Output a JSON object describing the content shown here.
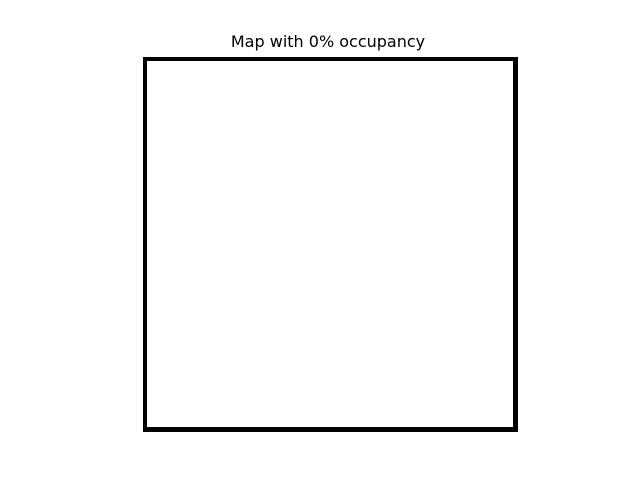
{
  "chart_data": {
    "type": "heatmap",
    "title": "Map with 0% occupancy",
    "occupancy_percent": 0,
    "occupied_cells": [],
    "xlabel": "",
    "ylabel": "",
    "grid": false,
    "axis_ticks": false,
    "colors": {
      "frame": "#000000",
      "free": "#ffffff",
      "occupied": "#000000"
    }
  }
}
